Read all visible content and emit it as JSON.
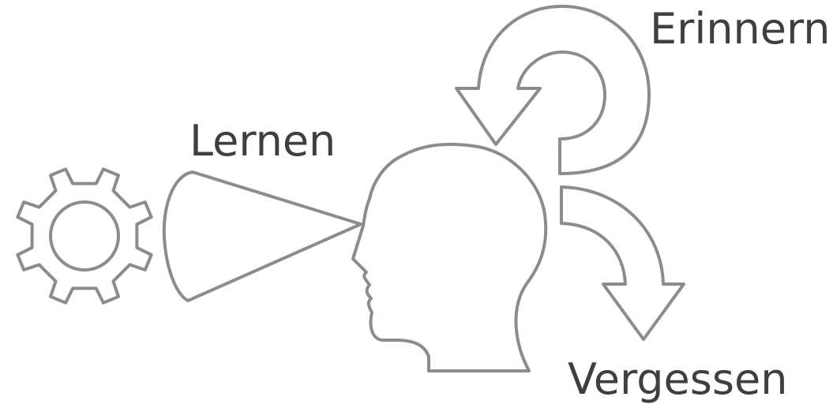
{
  "labels": {
    "learn": "Lernen",
    "remember": "Erinnern",
    "forget": "Vergessen"
  },
  "icons": {
    "gear": "gear-icon",
    "funnel": "funnel-icon",
    "head": "head-profile-icon",
    "remember_arrow": "circular-arrow-icon",
    "forget_arrow": "curved-down-arrow-icon"
  },
  "colors": {
    "outline": "#8c8c8c",
    "text": "#3f3f3f",
    "background": "#ffffff"
  }
}
